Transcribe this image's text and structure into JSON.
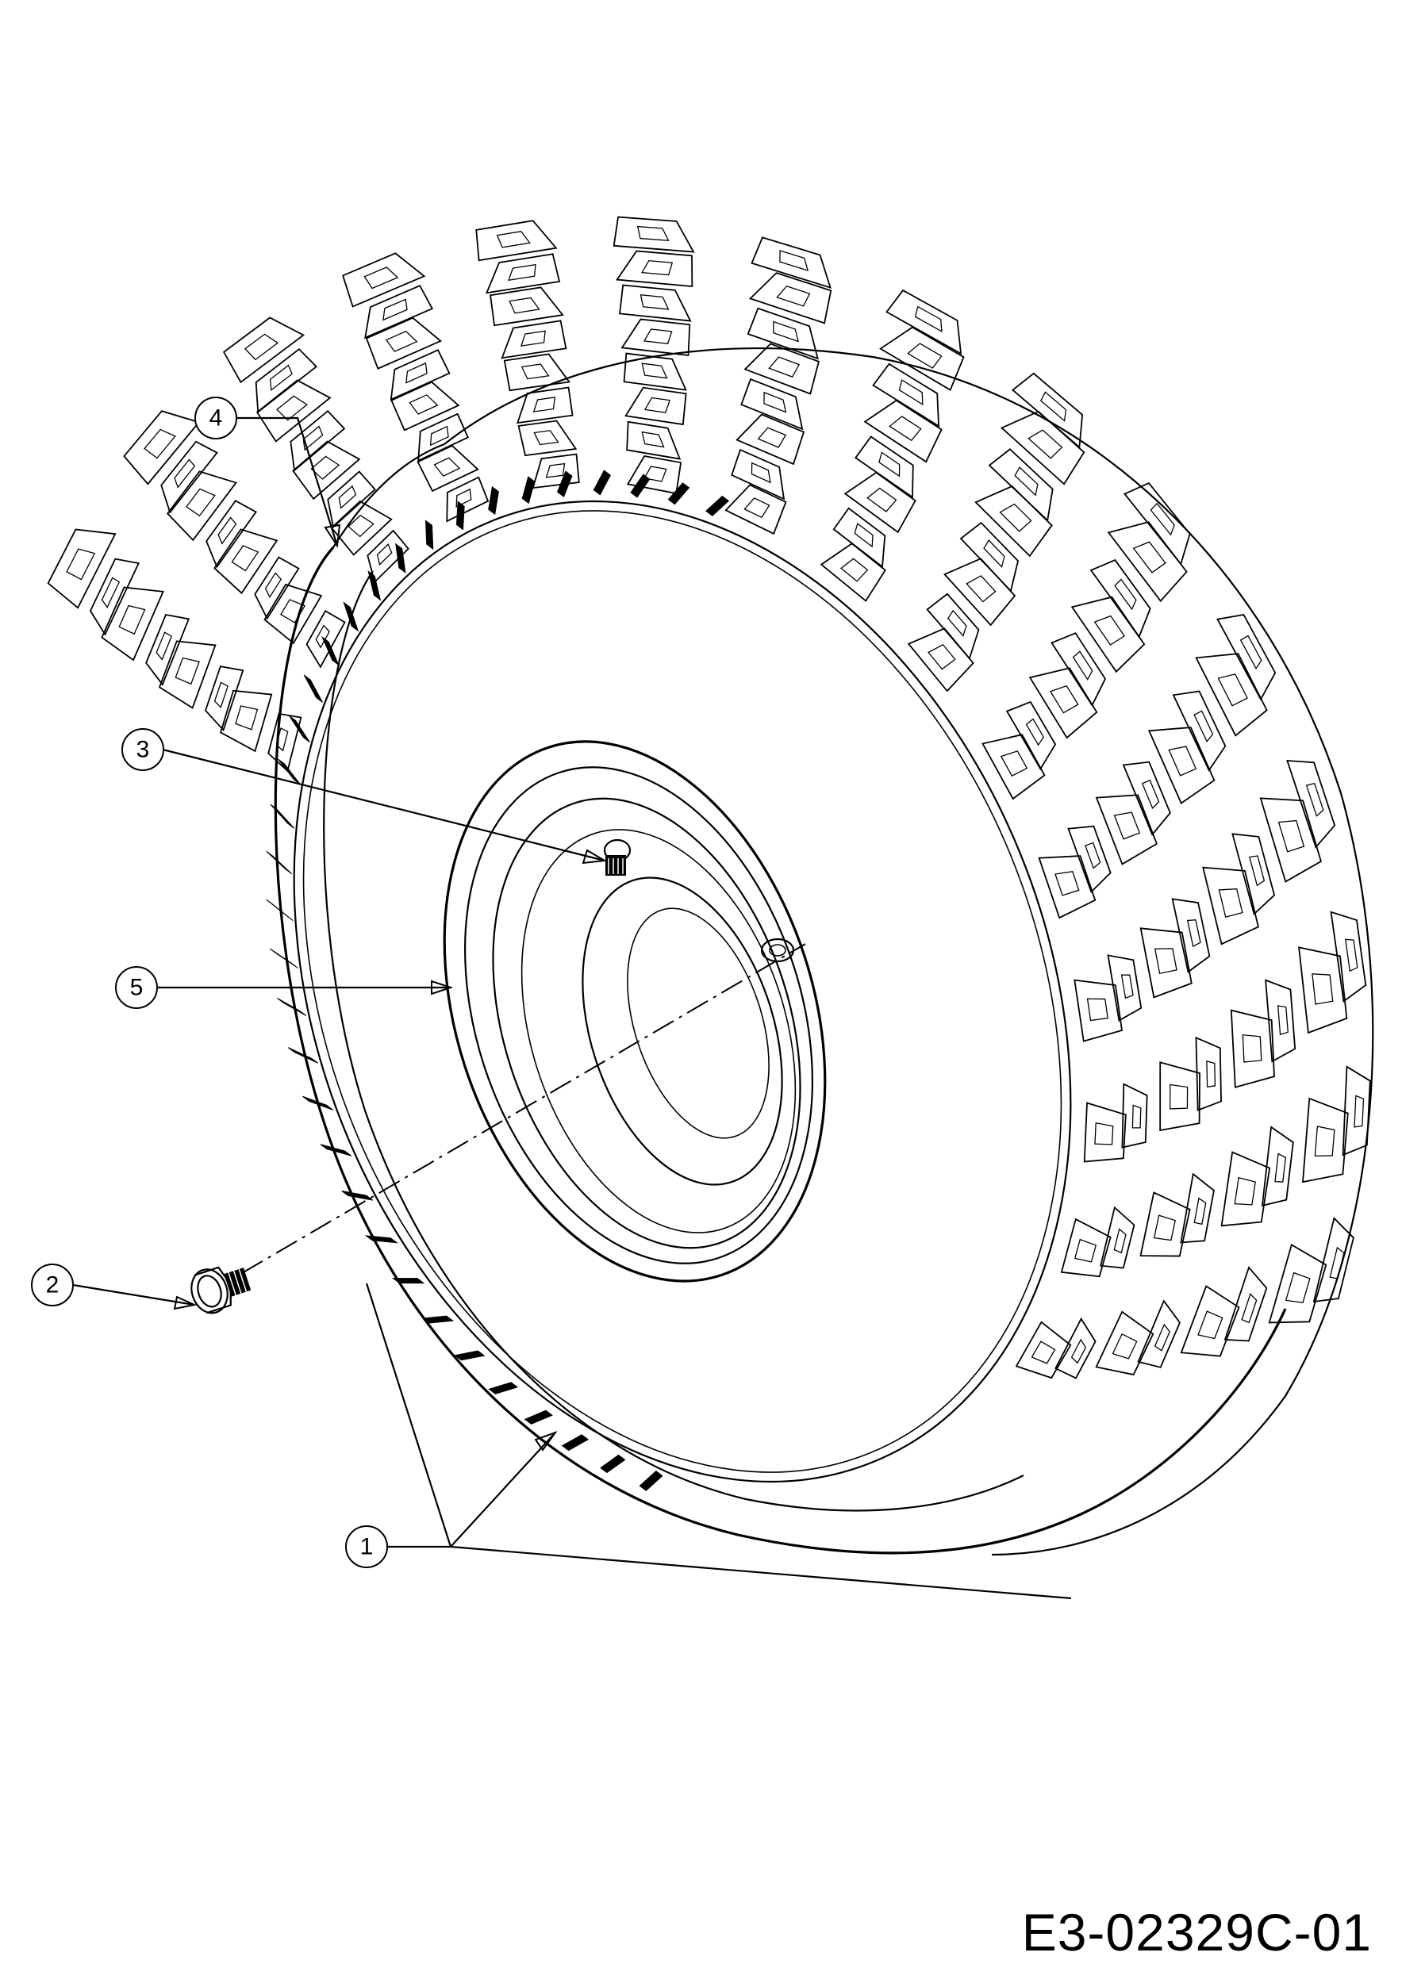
{
  "callouts": [
    {
      "id": "1",
      "label": "1"
    },
    {
      "id": "2",
      "label": "2"
    },
    {
      "id": "3",
      "label": "3"
    },
    {
      "id": "4",
      "label": "4"
    },
    {
      "id": "5",
      "label": "5"
    }
  ],
  "drawing_code": "E3-02329C-01",
  "colors": {
    "line": "#000000",
    "background": "#ffffff"
  }
}
